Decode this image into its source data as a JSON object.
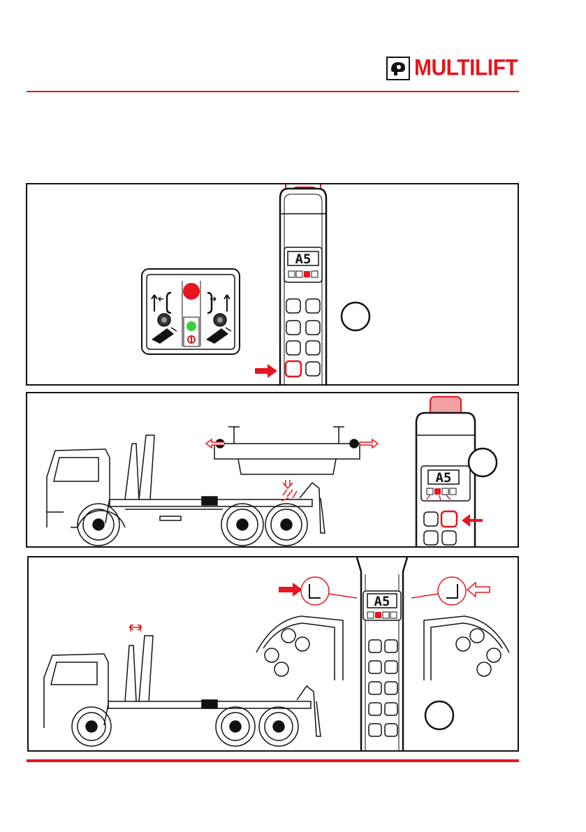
{
  "brand": {
    "name": "MULTILIFT",
    "accent_color": "#e8141e"
  },
  "display": {
    "panel1_code": "A5",
    "panel2_code": "A5",
    "panel3_code": "A5"
  },
  "icons": [
    "logo-mark-icon",
    "lock-icon",
    "unlock-icon",
    "arrow-icon",
    "hook-icon",
    "truck-icon"
  ]
}
